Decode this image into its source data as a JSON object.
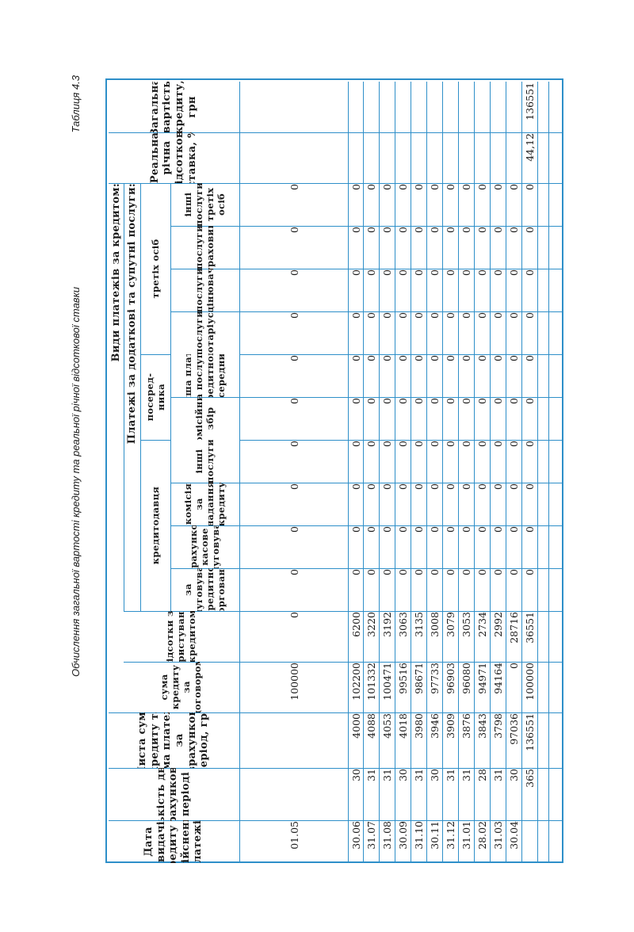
{
  "caption": "Обчислення загальної вартості кредиту та реальної річної відсоткової ставки",
  "table_number": "Таблиця 4.3",
  "headers": {
    "date": "Дата видачі кредиту та здійснення платежів",
    "days": "Кількість днів у розрахунковому періоді",
    "net": "Чиста сума кредиту та сума платежу за розрахунковий період, грн",
    "payment_types": "Види платежів за кредитом:",
    "principal": "сума кредиту за договором",
    "interest": "відсотки за користування кредитом",
    "additional": "Платежі за додаткові та супутні послуги:",
    "lender": "кредитодавця",
    "intermediary": "посеред-\nника",
    "third": "третіх осіб",
    "lender_service": "за обслуговування кредитної заборгованості",
    "settlement": "розрахунково-касове обслуговування",
    "issue_fee": "комісія за надання кредиту",
    "other_services": "інші послуги",
    "commission": "комісійний збір",
    "other_intermediary": "інша плата за послуги кредитного посередника",
    "notary": "послуги нотаріуса",
    "appraiser": "послуги оцінювача",
    "insurer": "послуги страховика",
    "third_other": "інші послуги третіх осіб",
    "real_rate": "Реальна річна відсоткова ставка, %",
    "total_cost": "Загальна вартість кредиту, грн"
  },
  "rows": [
    {
      "date": "01.05",
      "days": "",
      "net": "",
      "principal": "100000",
      "interest": "0",
      "fees": [
        "0",
        "0",
        "0",
        "0",
        "0",
        "0",
        "0",
        "0",
        "0",
        "0"
      ],
      "rate": "",
      "total": ""
    },
    {
      "date": "30.06",
      "days": "30",
      "net": "4000",
      "principal": "102200",
      "interest": "6200",
      "fees": [
        "0",
        "0",
        "0",
        "0",
        "0",
        "0",
        "0",
        "0",
        "0",
        "0"
      ],
      "rate": "",
      "total": ""
    },
    {
      "date": "31.07",
      "days": "31",
      "net": "4088",
      "principal": "101332",
      "interest": "3220",
      "fees": [
        "0",
        "0",
        "0",
        "0",
        "0",
        "0",
        "0",
        "0",
        "0",
        "0"
      ],
      "rate": "",
      "total": ""
    },
    {
      "date": "31.08",
      "days": "31",
      "net": "4053",
      "principal": "100471",
      "interest": "3192",
      "fees": [
        "0",
        "0",
        "0",
        "0",
        "0",
        "0",
        "0",
        "0",
        "0",
        "0"
      ],
      "rate": "",
      "total": ""
    },
    {
      "date": "30.09",
      "days": "30",
      "net": "4018",
      "principal": "99516",
      "interest": "3063",
      "fees": [
        "0",
        "0",
        "0",
        "0",
        "0",
        "0",
        "0",
        "0",
        "0",
        "0"
      ],
      "rate": "",
      "total": ""
    },
    {
      "date": "31.10",
      "days": "31",
      "net": "3980",
      "principal": "98671",
      "interest": "3135",
      "fees": [
        "0",
        "0",
        "0",
        "0",
        "0",
        "0",
        "0",
        "0",
        "0",
        "0"
      ],
      "rate": "",
      "total": ""
    },
    {
      "date": "30.11",
      "days": "30",
      "net": "3946",
      "principal": "97733",
      "interest": "3008",
      "fees": [
        "0",
        "0",
        "0",
        "0",
        "0",
        "0",
        "0",
        "0",
        "0",
        "0"
      ],
      "rate": "",
      "total": ""
    },
    {
      "date": "31.12",
      "days": "31",
      "net": "3909",
      "principal": "96903",
      "interest": "3079",
      "fees": [
        "0",
        "0",
        "0",
        "0",
        "0",
        "0",
        "0",
        "0",
        "0",
        "0"
      ],
      "rate": "",
      "total": ""
    },
    {
      "date": "31.01",
      "days": "31",
      "net": "3876",
      "principal": "96080",
      "interest": "3053",
      "fees": [
        "0",
        "0",
        "0",
        "0",
        "0",
        "0",
        "0",
        "0",
        "0",
        "0"
      ],
      "rate": "",
      "total": ""
    },
    {
      "date": "28.02",
      "days": "28",
      "net": "3843",
      "principal": "94971",
      "interest": "2734",
      "fees": [
        "0",
        "0",
        "0",
        "0",
        "0",
        "0",
        "0",
        "0",
        "0",
        "0"
      ],
      "rate": "",
      "total": ""
    },
    {
      "date": "31.03",
      "days": "31",
      "net": "3798",
      "principal": "94164",
      "interest": "2992",
      "fees": [
        "0",
        "0",
        "0",
        "0",
        "0",
        "0",
        "0",
        "0",
        "0",
        "0"
      ],
      "rate": "",
      "total": ""
    },
    {
      "date": "30.04",
      "days": "30",
      "net": "97036",
      "principal": "0",
      "interest": "28716",
      "fees": [
        "0",
        "0",
        "0",
        "0",
        "0",
        "0",
        "0",
        "0",
        "0",
        "0"
      ],
      "rate": "",
      "total": ""
    },
    {
      "date": "",
      "days": "365",
      "net": "136551",
      "principal": "100000",
      "interest": "36551",
      "fees": [
        "0",
        "0",
        "0",
        "0",
        "0",
        "0",
        "0",
        "0",
        "0",
        "0"
      ],
      "rate": "44,12",
      "total": "136551"
    }
  ]
}
